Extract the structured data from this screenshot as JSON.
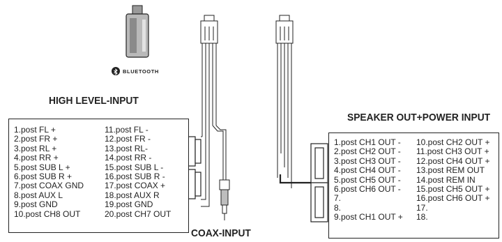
{
  "bluetooth": {
    "label": "BLUETOOTH",
    "icon": "bluetooth-icon"
  },
  "high_level_input": {
    "title": "HIGH LEVEL-INPUT",
    "col1": [
      "1.post FL +",
      "2.post FR +",
      "3.post RL +",
      "4.post RR +",
      "5.post SUB L +",
      "6.post SUB R +",
      "7.post COAX GND",
      "8.post AUX L",
      "9.post  GND",
      "10.post CH8 OUT"
    ],
    "col2": [
      "11.post FL -",
      "12.post FR -",
      "13.post  RL-",
      "14.post RR -",
      "15.post SUB L -",
      "16.post SUB R -",
      "17.post COAX +",
      "18.post AUX R",
      "19.post GND",
      "20.post CH7 OUT"
    ]
  },
  "coax_input": {
    "title": "COAX-INPUT"
  },
  "speaker_out": {
    "title": "SPEAKER OUT+POWER INPUT",
    "col1": [
      "1.post CH1 OUT -",
      "2.post CH2 OUT -",
      "3.post CH3 OUT -",
      "4.post CH4 OUT -",
      "5.post CH5 OUT -",
      "6.post CH6 OUT -",
      "7.",
      "8.",
      "9.post CH1 OUT +"
    ],
    "col2": [
      "10.post CH2 OUT +",
      "11.post CH3 OUT +",
      "12.post CH4 OUT +",
      "13.post REM OUT",
      "14.post REM IN",
      "15.post CH5 OUT +",
      "16.post CH6 OUT +",
      "17.",
      "18."
    ]
  }
}
